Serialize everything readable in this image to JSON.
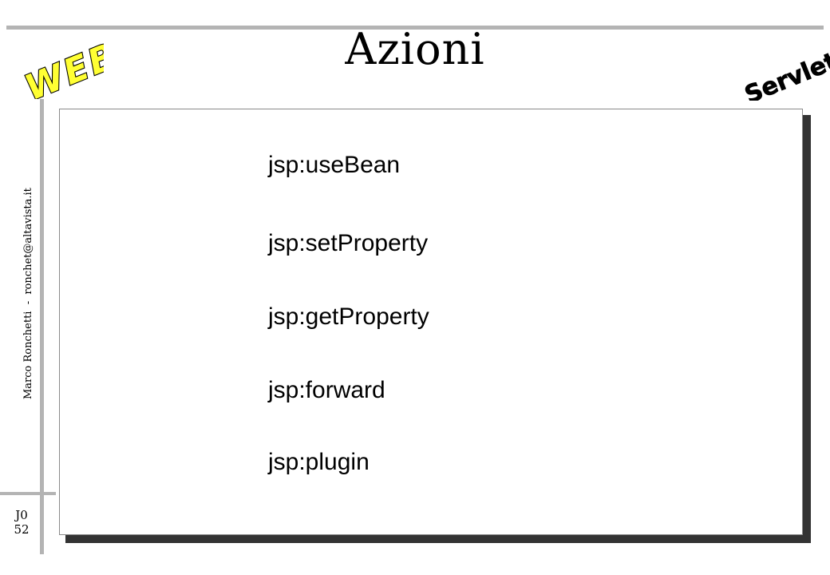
{
  "slide": {
    "title": "Azioni",
    "logo_left": "WEB",
    "logo_right": "Servlets",
    "side_text": "Marco Ronchetti  -  ronchet@altavista.it",
    "page_id": "J0",
    "page_number": "52"
  },
  "actions": [
    "jsp:useBean",
    "jsp:setProperty",
    "jsp:getProperty",
    "jsp:forward",
    "jsp:plugin"
  ],
  "colors": {
    "logo_fill": "#ffff33",
    "logo_outline": "#000000",
    "rule": "#b4b4b4",
    "shadow": "#333333"
  }
}
